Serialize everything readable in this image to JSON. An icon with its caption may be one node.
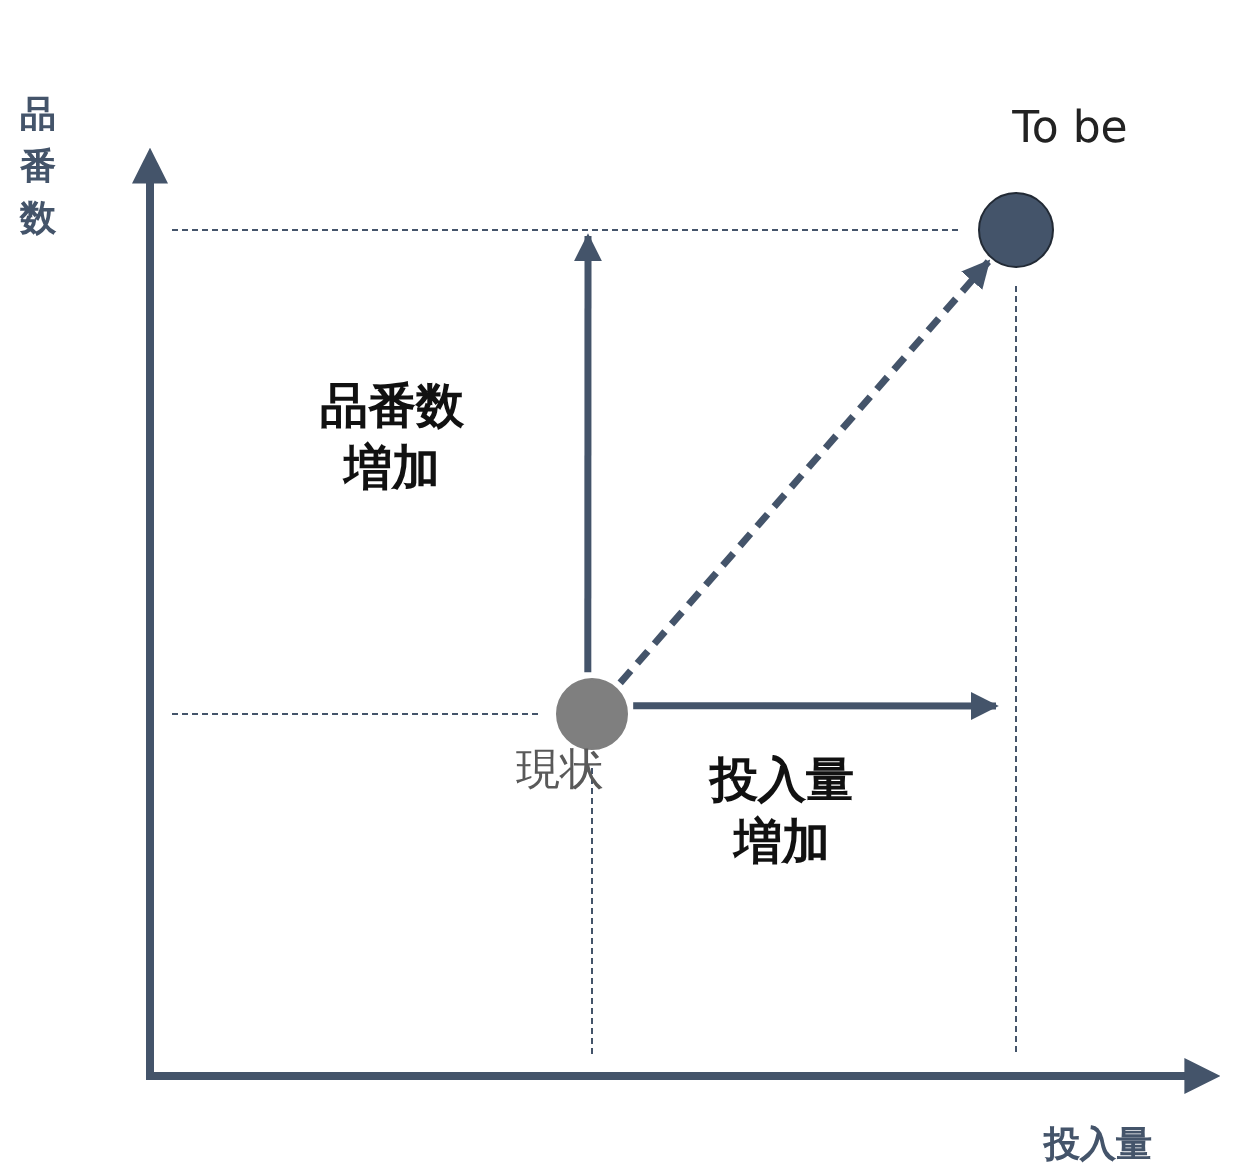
{
  "diagram": {
    "nodes": [
      {
        "text": [],
        "shape": "circle",
        "beside": [
          "現状"
        ]
      },
      {
        "text": [],
        "shape": "circle",
        "beside": [
          "To be"
        ]
      }
    ],
    "edges": [
      {
        "from": 0,
        "to": null,
        "arrow": "to",
        "label": "品番数増加"
      },
      {
        "from": 0,
        "to": null,
        "arrow": "to",
        "label": "投入量増加"
      },
      {
        "from": 0,
        "to": 1,
        "arrow": "to",
        "style": "dashed"
      }
    ],
    "labels": [
      "品番数",
      "投入量"
    ]
  }
}
